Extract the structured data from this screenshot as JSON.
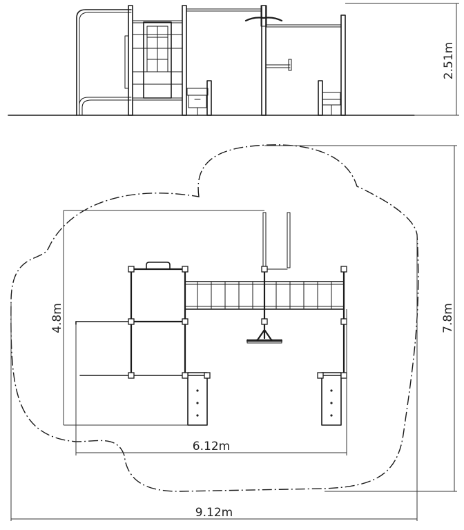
{
  "dimensions": {
    "height": "2.51m",
    "depth": "4.8m",
    "width": "6.12m",
    "safety_depth": "7.8m",
    "safety_width": "9.12m"
  }
}
